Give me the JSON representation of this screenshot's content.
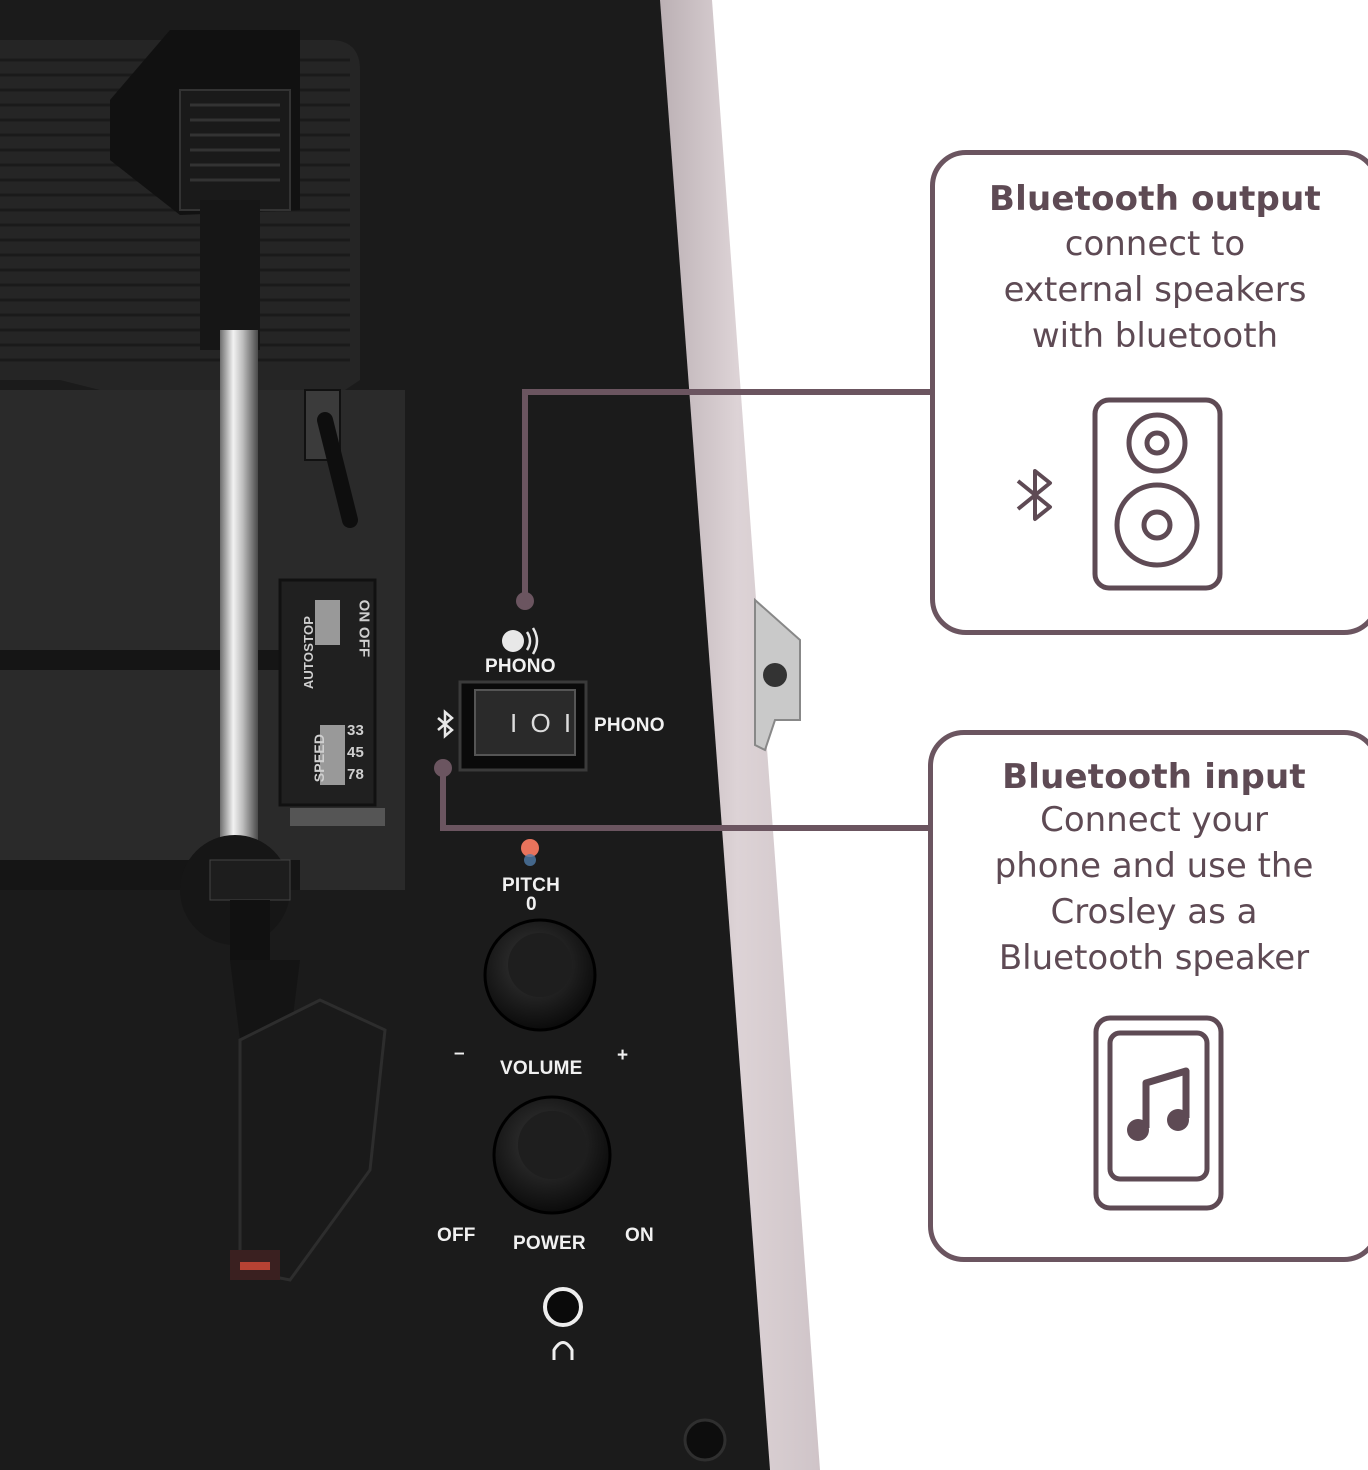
{
  "callouts": {
    "output": {
      "title": "Bluetooth output",
      "lines": [
        "connect to",
        "external speakers",
        "with bluetooth"
      ],
      "icon": "speaker-icon",
      "secondary_icon": "bluetooth-icon"
    },
    "input": {
      "title": "Bluetooth input",
      "lines": [
        "Connect your",
        "phone and use the",
        "Crosley as a",
        "Bluetooth speaker"
      ],
      "icon": "phone-music-icon"
    }
  },
  "panel": {
    "switch_top_label": "PHONO",
    "switch_right_label": "PHONO",
    "switch_symbol": "I O I",
    "pitch_label": "PITCH",
    "pitch_zero": "0",
    "volume_label": "VOLUME",
    "volume_minus": "–",
    "volume_plus": "+",
    "power_label": "POWER",
    "power_off": "OFF",
    "power_on": "ON",
    "autostop_label": "AUTOSTOP",
    "autostop_states": "ON OFF",
    "speed_label": "SPEED",
    "speed_values": [
      "33",
      "45",
      "78"
    ]
  },
  "colors": {
    "callout_border": "#6b5560",
    "callout_text": "#5e4a54",
    "deck": "#1c1c1c",
    "case_edge": "#d9cfd2"
  }
}
